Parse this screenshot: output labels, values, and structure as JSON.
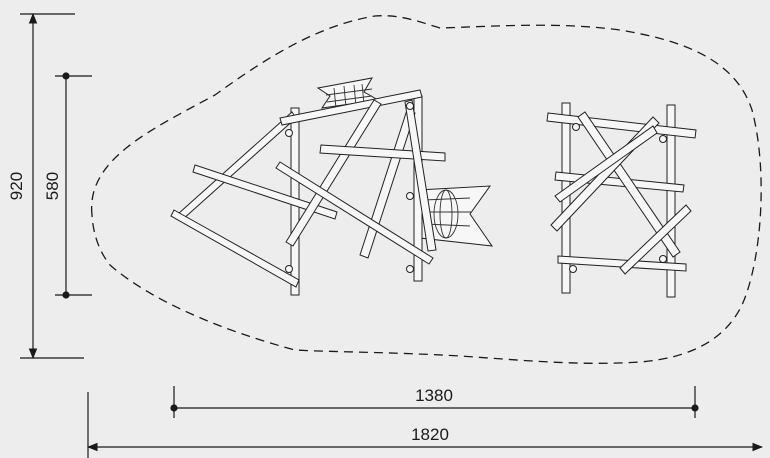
{
  "colors": {
    "background": "#ededed",
    "line": "#1a1a1a",
    "log_fill": "#f7f7f7",
    "log_stroke": "#222222"
  },
  "dimensions": {
    "overall_height": "920",
    "structure_height": "580",
    "structure_width": "1380",
    "overall_width": "1820"
  }
}
